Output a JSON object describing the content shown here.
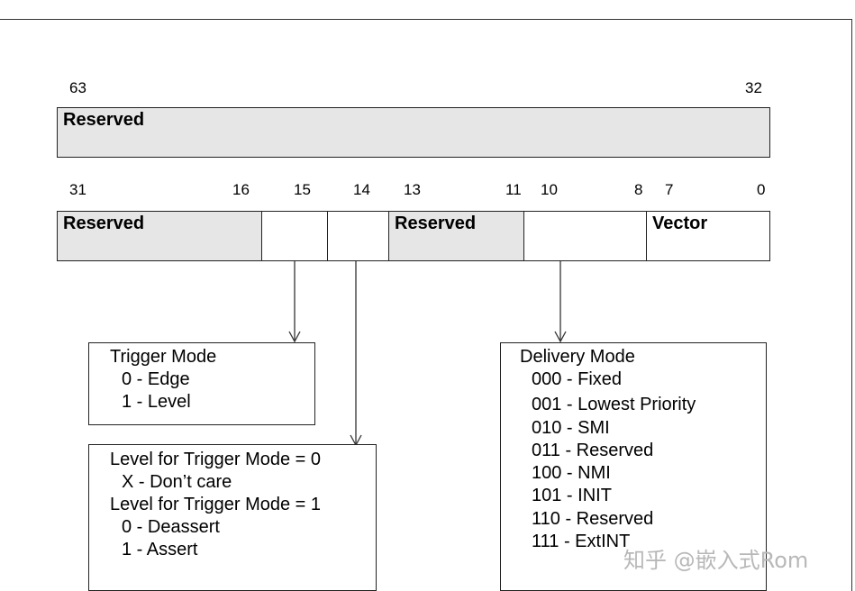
{
  "upper": {
    "hi_bit": "63",
    "lo_bit": "32",
    "field": "Reserved"
  },
  "lower": {
    "bits": [
      "31",
      "16",
      "15",
      "14",
      "13",
      "11",
      "10",
      "8",
      "7",
      "0"
    ],
    "fields": {
      "reserved_a": "Reserved",
      "reserved_b": "Reserved",
      "vector": "Vector"
    }
  },
  "trigger_box": {
    "lines": [
      "Trigger Mode",
      "0 - Edge",
      "1 - Level"
    ]
  },
  "level_box": {
    "lines": [
      "Level for Trigger Mode = 0",
      "X - Don’t care",
      "Level for Trigger Mode = 1",
      "0 - Deassert",
      "1 - Assert"
    ]
  },
  "delivery_box": {
    "lines": [
      "Delivery Mode",
      "000 - Fixed",
      "001 - Lowest Priority",
      "010 - SMI",
      "011 - Reserved",
      "100 - NMI",
      "101 - INIT",
      "110 - Reserved",
      "111 - ExtINT"
    ]
  },
  "watermark": "知乎 @嵌入式Rom"
}
